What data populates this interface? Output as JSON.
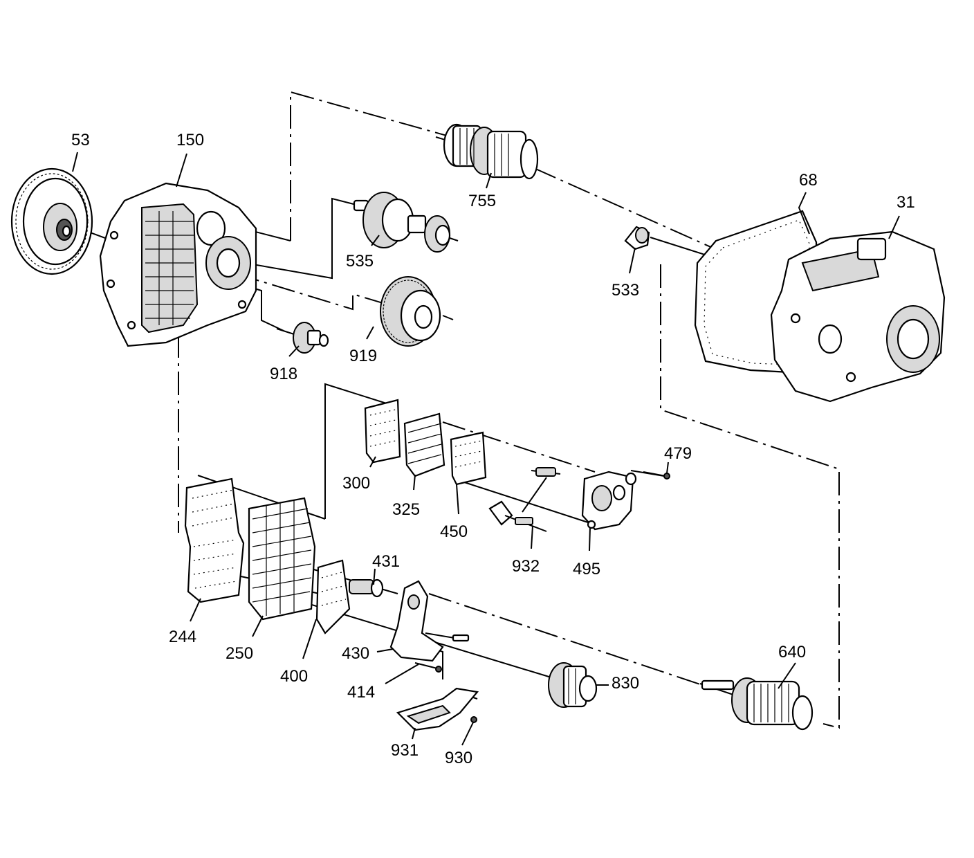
{
  "diagram": {
    "callouts": [
      {
        "id": "53",
        "label": "53"
      },
      {
        "id": "150",
        "label": "150"
      },
      {
        "id": "755",
        "label": "755"
      },
      {
        "id": "68",
        "label": "68"
      },
      {
        "id": "31",
        "label": "31"
      },
      {
        "id": "535",
        "label": "535"
      },
      {
        "id": "533",
        "label": "533"
      },
      {
        "id": "919",
        "label": "919"
      },
      {
        "id": "918",
        "label": "918"
      },
      {
        "id": "479",
        "label": "479"
      },
      {
        "id": "300",
        "label": "300"
      },
      {
        "id": "325",
        "label": "325"
      },
      {
        "id": "450",
        "label": "450"
      },
      {
        "id": "495",
        "label": "495"
      },
      {
        "id": "932",
        "label": "932"
      },
      {
        "id": "431",
        "label": "431"
      },
      {
        "id": "244",
        "label": "244"
      },
      {
        "id": "250",
        "label": "250"
      },
      {
        "id": "400",
        "label": "400"
      },
      {
        "id": "430",
        "label": "430"
      },
      {
        "id": "414",
        "label": "414"
      },
      {
        "id": "830",
        "label": "830"
      },
      {
        "id": "640",
        "label": "640"
      },
      {
        "id": "931",
        "label": "931"
      },
      {
        "id": "930",
        "label": "930"
      }
    ]
  }
}
